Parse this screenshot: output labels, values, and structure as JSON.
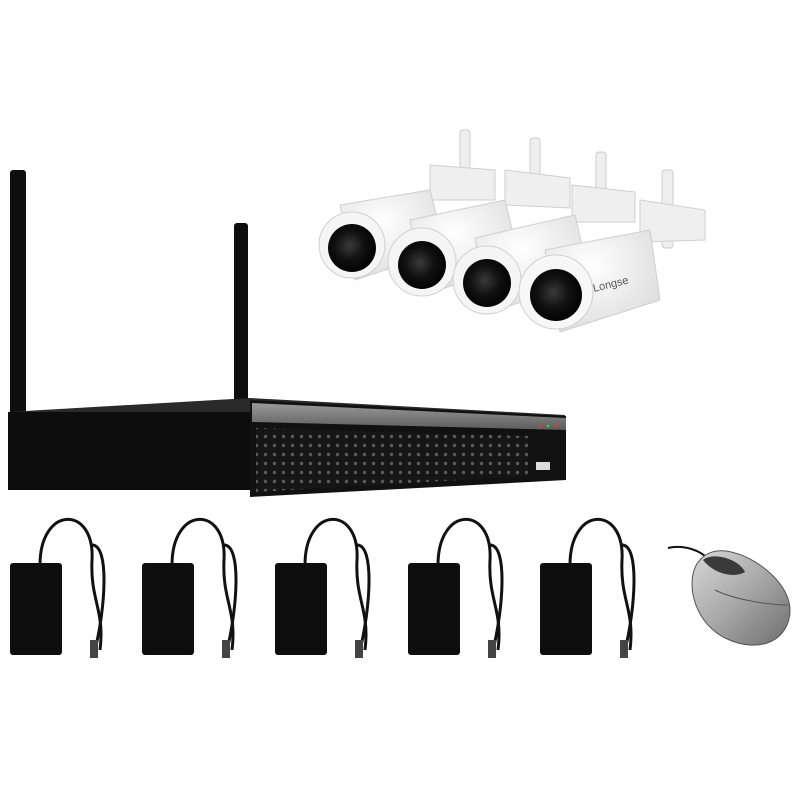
{
  "product_photo": {
    "background": "#ffffff",
    "camera_brand_text": "Longse",
    "colors": {
      "device_black": "#0e0e0e",
      "panel_dark": "#1a1a1a",
      "camera_white": "#f2f2f2",
      "camera_shadow": "#d4d4d4",
      "lens_black": "#151515",
      "mouse_silver": "#b8b8b8",
      "mouse_dark": "#3a3a3a"
    },
    "items": [
      {
        "name": "nvr-recorder",
        "count": 1
      },
      {
        "name": "bullet-camera",
        "count": 4
      },
      {
        "name": "power-adapter",
        "count": 5
      },
      {
        "name": "usb-mouse",
        "count": 1
      }
    ]
  }
}
